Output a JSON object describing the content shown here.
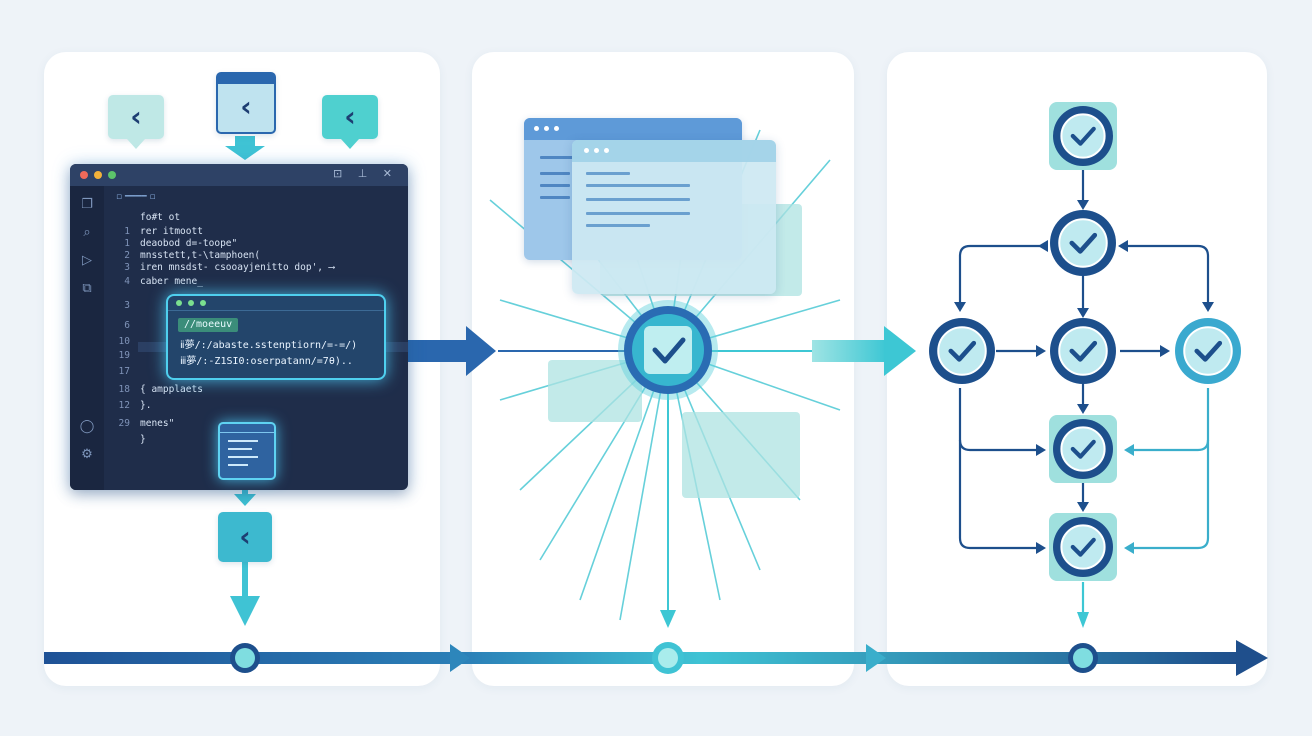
{
  "editor": {
    "tabs_text": "▫ ━━━━ ▫",
    "window_controls": "⊡ ⊥ ✕",
    "sidebar_icons": [
      "files-icon",
      "search-icon",
      "run-icon",
      "extensions-icon",
      "account-icon",
      "settings-icon"
    ],
    "code_lines": [
      {
        "num": "",
        "text": "fo#t ot"
      },
      {
        "num": "1",
        "text": "rer itmoott"
      },
      {
        "num": "1",
        "text": "  deaobod d=-toope\""
      },
      {
        "num": "2",
        "text": "  mnsstett,t-\\tamphoen("
      },
      {
        "num": "3",
        "text": "    iren mnsdst- csooayjenitto dop',  ⟶"
      },
      {
        "num": "4",
        "text": "    caber mene_"
      },
      {
        "num": "3",
        "text": ""
      },
      {
        "num": "6",
        "text": ""
      },
      {
        "num": "10",
        "text": ""
      },
      {
        "num": "19",
        "text": ""
      },
      {
        "num": "17",
        "text": ""
      },
      {
        "num": "18",
        "text": "    {   ampplaets"
      },
      {
        "num": "12",
        "text": "  }."
      },
      {
        "num": "29",
        "text": "    menes\""
      },
      {
        "num": "",
        "text": "  }"
      }
    ],
    "popup": {
      "tag": "//moeeuv",
      "lines": [
        "ⅱ夢/:/abaste.sstenptiorn/=-=/)",
        "ⅲ夢/:-Z1SI0:oserpatann/=7θ).."
      ]
    }
  },
  "colors": {
    "primary": "#1d4f8c",
    "accent": "#3fc3d4",
    "teal_light": "#aee3e2",
    "panel_bg": "#ffffff",
    "page_bg": "#eef3f8"
  },
  "icons": {
    "callout": "chevron-left-icon",
    "node": "checkmark-icon"
  }
}
